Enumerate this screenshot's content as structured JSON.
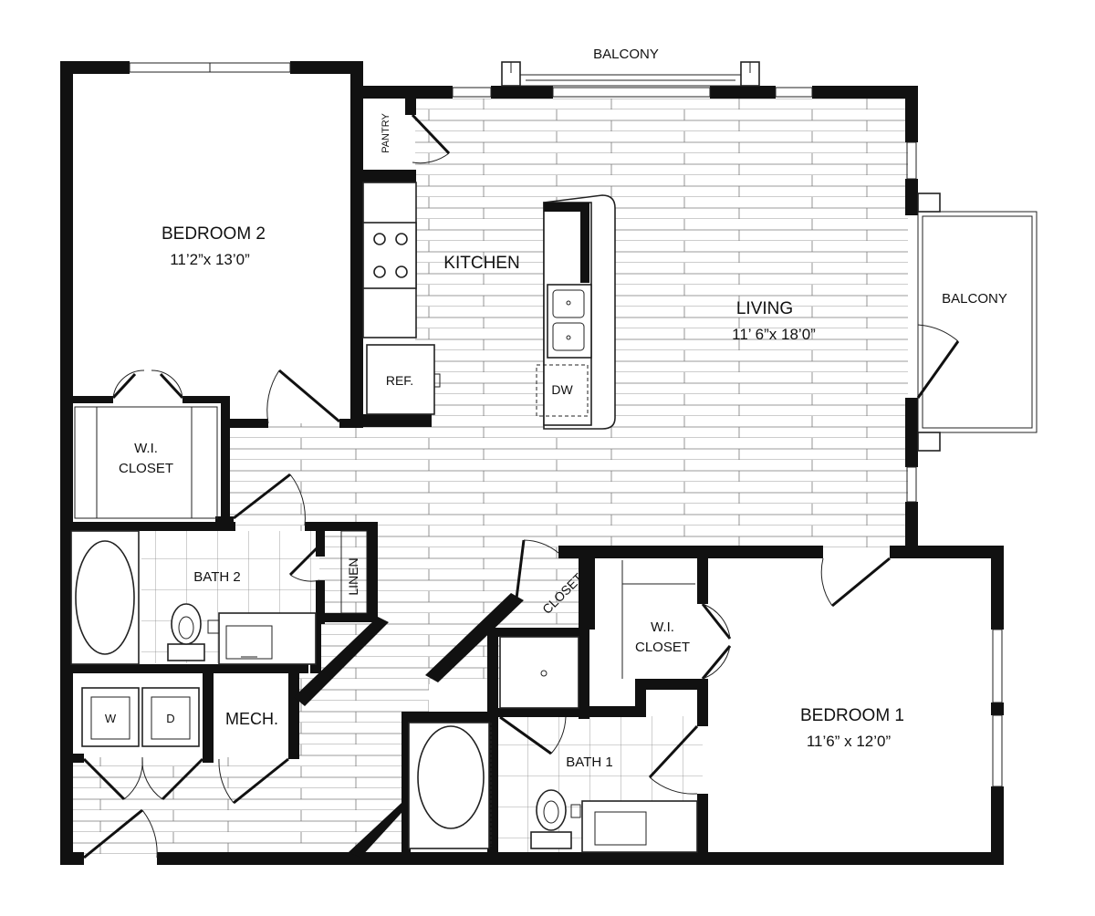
{
  "rooms": {
    "bedroom2": {
      "name": "BEDROOM 2",
      "size": "11’2”x 13’0”"
    },
    "kitchen": {
      "name": "KITCHEN"
    },
    "living": {
      "name": "LIVING",
      "size": "11’ 6”x 18’0”"
    },
    "bedroom1": {
      "name": "BEDROOM 1",
      "size": "11’6” x 12’0”"
    },
    "wi_closet_2": {
      "line1": "W.I.",
      "line2": "CLOSET"
    },
    "wi_closet_1": {
      "line1": "W.I.",
      "line2": "CLOSET"
    },
    "bath2": {
      "name": "BATH 2"
    },
    "bath1": {
      "name": "BATH 1"
    },
    "mech": {
      "name": "MECH."
    },
    "linen": {
      "name": "LINEN"
    },
    "closet": {
      "name": "CLOSET"
    },
    "pantry": {
      "name": "PANTRY"
    },
    "balcony_top": {
      "name": "BALCONY"
    },
    "balcony_right": {
      "name": "BALCONY"
    }
  },
  "fixtures": {
    "fridge": "REF.",
    "dishwasher": "DW",
    "washer": "W",
    "dryer": "D"
  }
}
